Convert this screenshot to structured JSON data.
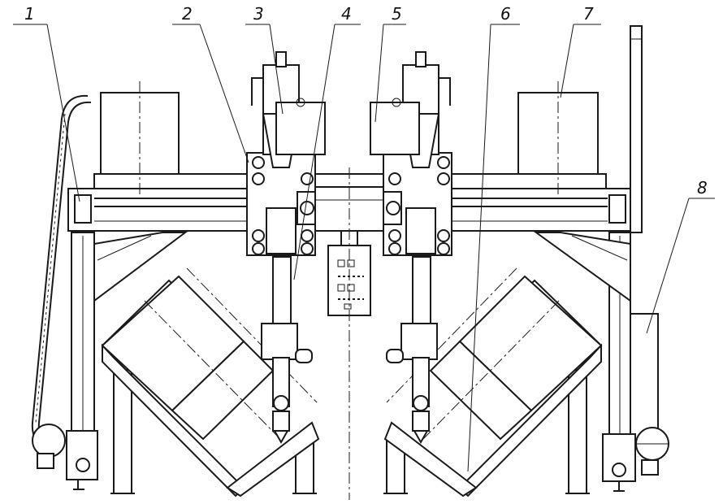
{
  "callouts": [
    {
      "id": "c1",
      "text": "1"
    },
    {
      "id": "c2",
      "text": "2"
    },
    {
      "id": "c3",
      "text": "3"
    },
    {
      "id": "c4",
      "text": "4"
    },
    {
      "id": "c5",
      "text": "5"
    },
    {
      "id": "c6",
      "text": "6"
    },
    {
      "id": "c7",
      "text": "7"
    },
    {
      "id": "c8",
      "text": "8"
    }
  ]
}
